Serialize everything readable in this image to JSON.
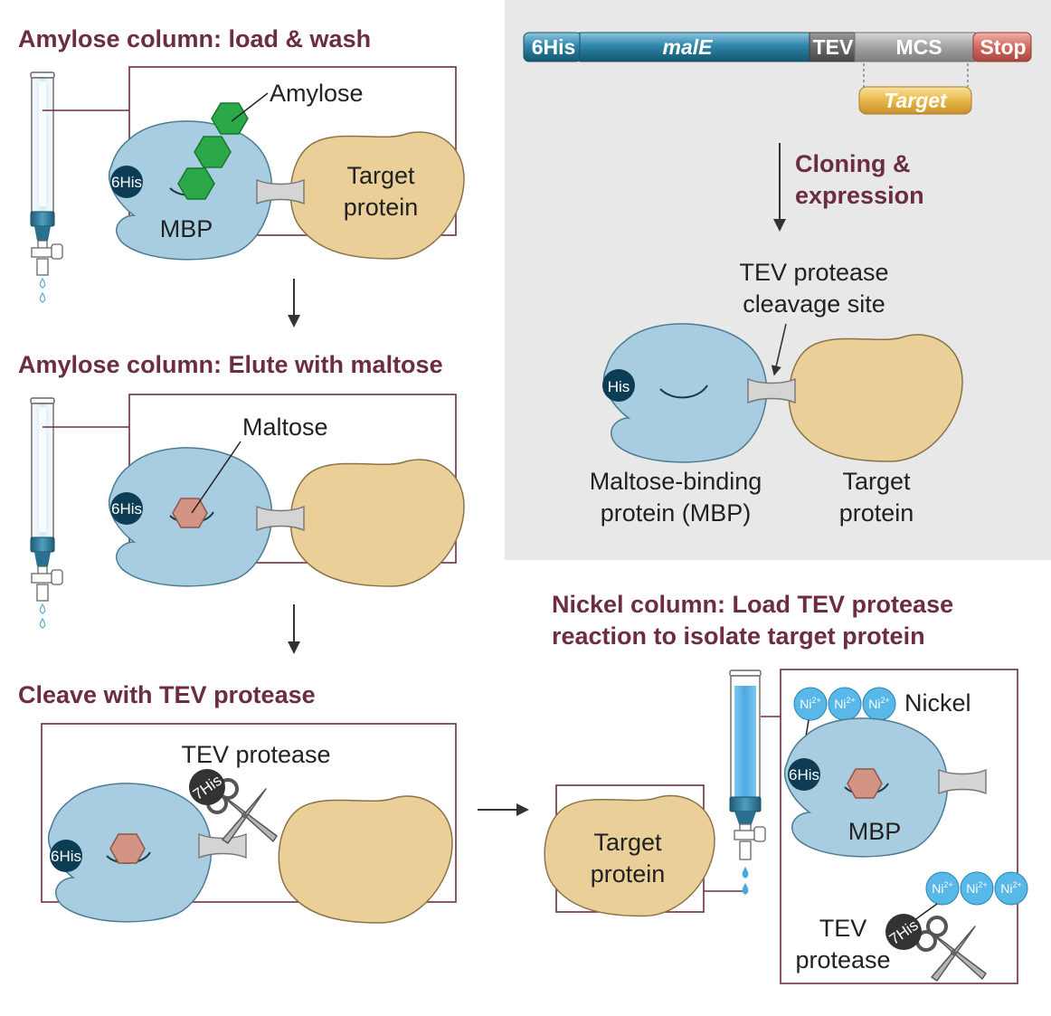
{
  "panels": {
    "load_wash": {
      "title": "Amylose column: load & wash",
      "amylose_label": "Amylose",
      "his_tag": "6His",
      "mbp_label": "MBP",
      "target_label_1": "Target",
      "target_label_2": "protein"
    },
    "elute": {
      "title": "Amylose column: Elute with maltose",
      "maltose_label": "Maltose",
      "his_tag": "6His"
    },
    "cleave": {
      "title": "Cleave with TEV protease",
      "tev_label": "TEV protease",
      "his_tag_mbp": "6His",
      "his_tag_tev": "7His"
    },
    "construct": {
      "segments": {
        "his": "6His",
        "male": "malE",
        "tev": "TEV",
        "mcs": "MCS",
        "stop": "Stop",
        "target": "Target"
      },
      "step_label_1": "Cloning &",
      "step_label_2": "expression",
      "cleavage_label_1": "TEV protease",
      "cleavage_label_2": "cleavage site",
      "his_tag": "His",
      "mbp_label_1": "Maltose-binding",
      "mbp_label_2": "protein (MBP)",
      "target_label_1": "Target",
      "target_label_2": "protein"
    },
    "nickel": {
      "title_1": "Nickel column: Load TEV protease",
      "title_2": "reaction to isolate target protein",
      "nickel_label": "Nickel",
      "ni_ion": "Ni",
      "ni_charge": "2+",
      "his_tag_mbp": "6His",
      "mbp_label": "MBP",
      "his_tag_tev": "7His",
      "tev_label_1": "TEV",
      "tev_label_2": "protease",
      "target_label_1": "Target",
      "target_label_2": "protein"
    }
  },
  "colors": {
    "title": "#6b2d3f",
    "mbp_fill": "#a9cde0",
    "target_fill": "#eacf98",
    "amylose": "#2aa84a",
    "maltose": "#d39486",
    "his_tag": "#0d3d55",
    "nickel": "#58b8e8",
    "construct_bg": "#e8e8e8"
  }
}
